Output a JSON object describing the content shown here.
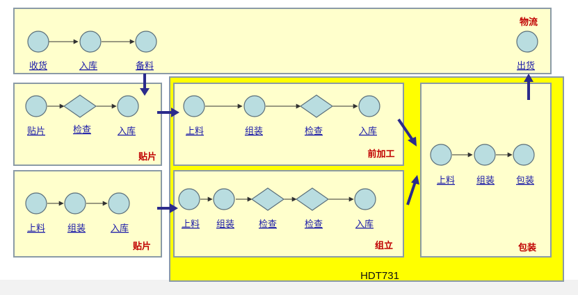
{
  "sections": {
    "logistics": "物流",
    "smt_top": "贴片",
    "smt_bottom": "贴片",
    "preprocess": "前加工",
    "assembly": "组立",
    "packaging": "包装",
    "hdt": "HDT731"
  },
  "steps": {
    "logistics": [
      "收货",
      "入库",
      "备料"
    ],
    "logistics_out": "出货",
    "smt_top": [
      "贴片",
      "检查",
      "入库"
    ],
    "smt_bottom": [
      "上料",
      "组装",
      "入库"
    ],
    "preprocess": [
      "上料",
      "组装",
      "检查",
      "入库"
    ],
    "assembly": [
      "上料",
      "组装",
      "检查",
      "检查",
      "入库"
    ],
    "packaging": [
      "上料",
      "组装",
      "包装"
    ]
  },
  "colors": {
    "panel_fill": "#ffffcc",
    "hdt_fill": "#ffff00",
    "node_fill": "#b9dde0",
    "arrow": "#2b2b8c",
    "section_label": "#c00000",
    "step_label": "#1a1aa8"
  }
}
